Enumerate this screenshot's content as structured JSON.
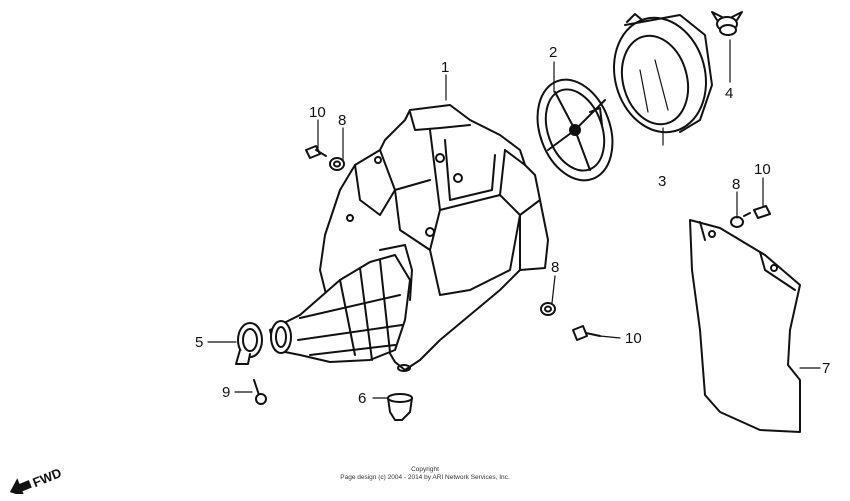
{
  "diagram": {
    "callouts": [
      {
        "id": "c1",
        "label": "1"
      },
      {
        "id": "c2",
        "label": "2"
      },
      {
        "id": "c3",
        "label": "3"
      },
      {
        "id": "c4",
        "label": "4"
      },
      {
        "id": "c5",
        "label": "5"
      },
      {
        "id": "c6",
        "label": "6"
      },
      {
        "id": "c7",
        "label": "7"
      },
      {
        "id": "c8a",
        "label": "8"
      },
      {
        "id": "c8b",
        "label": "8"
      },
      {
        "id": "c8c",
        "label": "8"
      },
      {
        "id": "c9",
        "label": "9"
      },
      {
        "id": "c10a",
        "label": "10"
      },
      {
        "id": "c10b",
        "label": "10"
      },
      {
        "id": "c10c",
        "label": "10"
      }
    ],
    "fwd_label": "FWD"
  },
  "footer": {
    "line1": "Copyright",
    "line2": "Page design (c) 2004 - 2014 by ARI Network Services, Inc."
  }
}
